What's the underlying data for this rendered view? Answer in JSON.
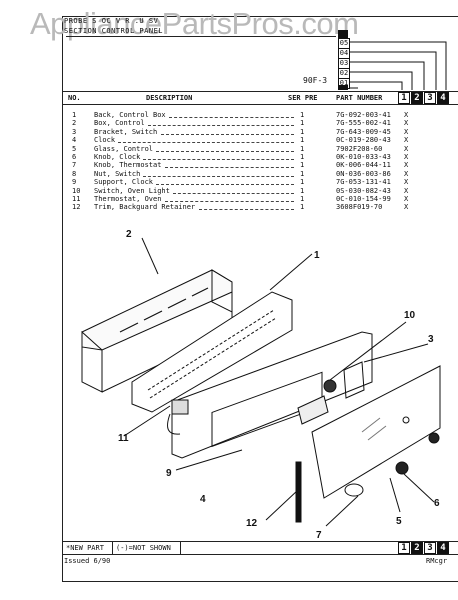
{
  "watermark": "AppliancePartsPros.com",
  "header": {
    "line1": "PROBE S OC V R .U SV",
    "line2": "SECTION CONTROL PANEL",
    "model_code": "90F-3",
    "code_digits": [
      "05",
      "04",
      "03",
      "02",
      "01"
    ]
  },
  "table": {
    "columns": {
      "no": "NO.",
      "description": "DESCRIPTION",
      "ser_pre": "SER PRE",
      "part_number": "PART NUMBER"
    },
    "tabs": [
      "1",
      "2",
      "3",
      "4"
    ],
    "rows": [
      {
        "no": "1",
        "description": "Back, Control Box",
        "qty": "1",
        "part": "7G-092-003-41",
        "mark": "X"
      },
      {
        "no": "2",
        "description": "Box, Control",
        "qty": "1",
        "part": "7G-555-002-41",
        "mark": "X"
      },
      {
        "no": "3",
        "description": "Bracket, Switch",
        "qty": "1",
        "part": "7G-643-009-45",
        "mark": "X"
      },
      {
        "no": "4",
        "description": "Clock",
        "qty": "1",
        "part": "0C-019-280-43",
        "mark": "X"
      },
      {
        "no": "5",
        "description": "Glass, Control",
        "qty": "1",
        "part": "7902F208-60",
        "mark": "X"
      },
      {
        "no": "6",
        "description": "Knob, Clock",
        "qty": "1",
        "part": "0K-010-033-43",
        "mark": "X"
      },
      {
        "no": "7",
        "description": "Knob, Thermostat",
        "qty": "1",
        "part": "0K-006-044-11",
        "mark": "X"
      },
      {
        "no": "8",
        "description": "Nut, Switch",
        "qty": "1",
        "part": "0N-036-003-86",
        "mark": "X"
      },
      {
        "no": "9",
        "description": "Support, Clock",
        "qty": "1",
        "part": "7G-053-131-41",
        "mark": "X"
      },
      {
        "no": "10",
        "description": "Switch, Oven Light",
        "qty": "1",
        "part": "0S-030-082-43",
        "mark": "X"
      },
      {
        "no": "11",
        "description": "Thermostat, Oven",
        "qty": "1",
        "part": "0C-010-154-99",
        "mark": "X"
      },
      {
        "no": "12",
        "description": "Trim, Backguard Retainer",
        "qty": "1",
        "part": "3608F019-70",
        "mark": "X"
      }
    ]
  },
  "callouts": [
    "1",
    "2",
    "3",
    "4",
    "5",
    "6",
    "7",
    "9",
    "10",
    "11",
    "12"
  ],
  "footer": {
    "new_part": "*NEW PART",
    "not_shown": "(-)=NOT SHOWN",
    "issued": "Issued  6/90",
    "code": "RMcgr"
  }
}
